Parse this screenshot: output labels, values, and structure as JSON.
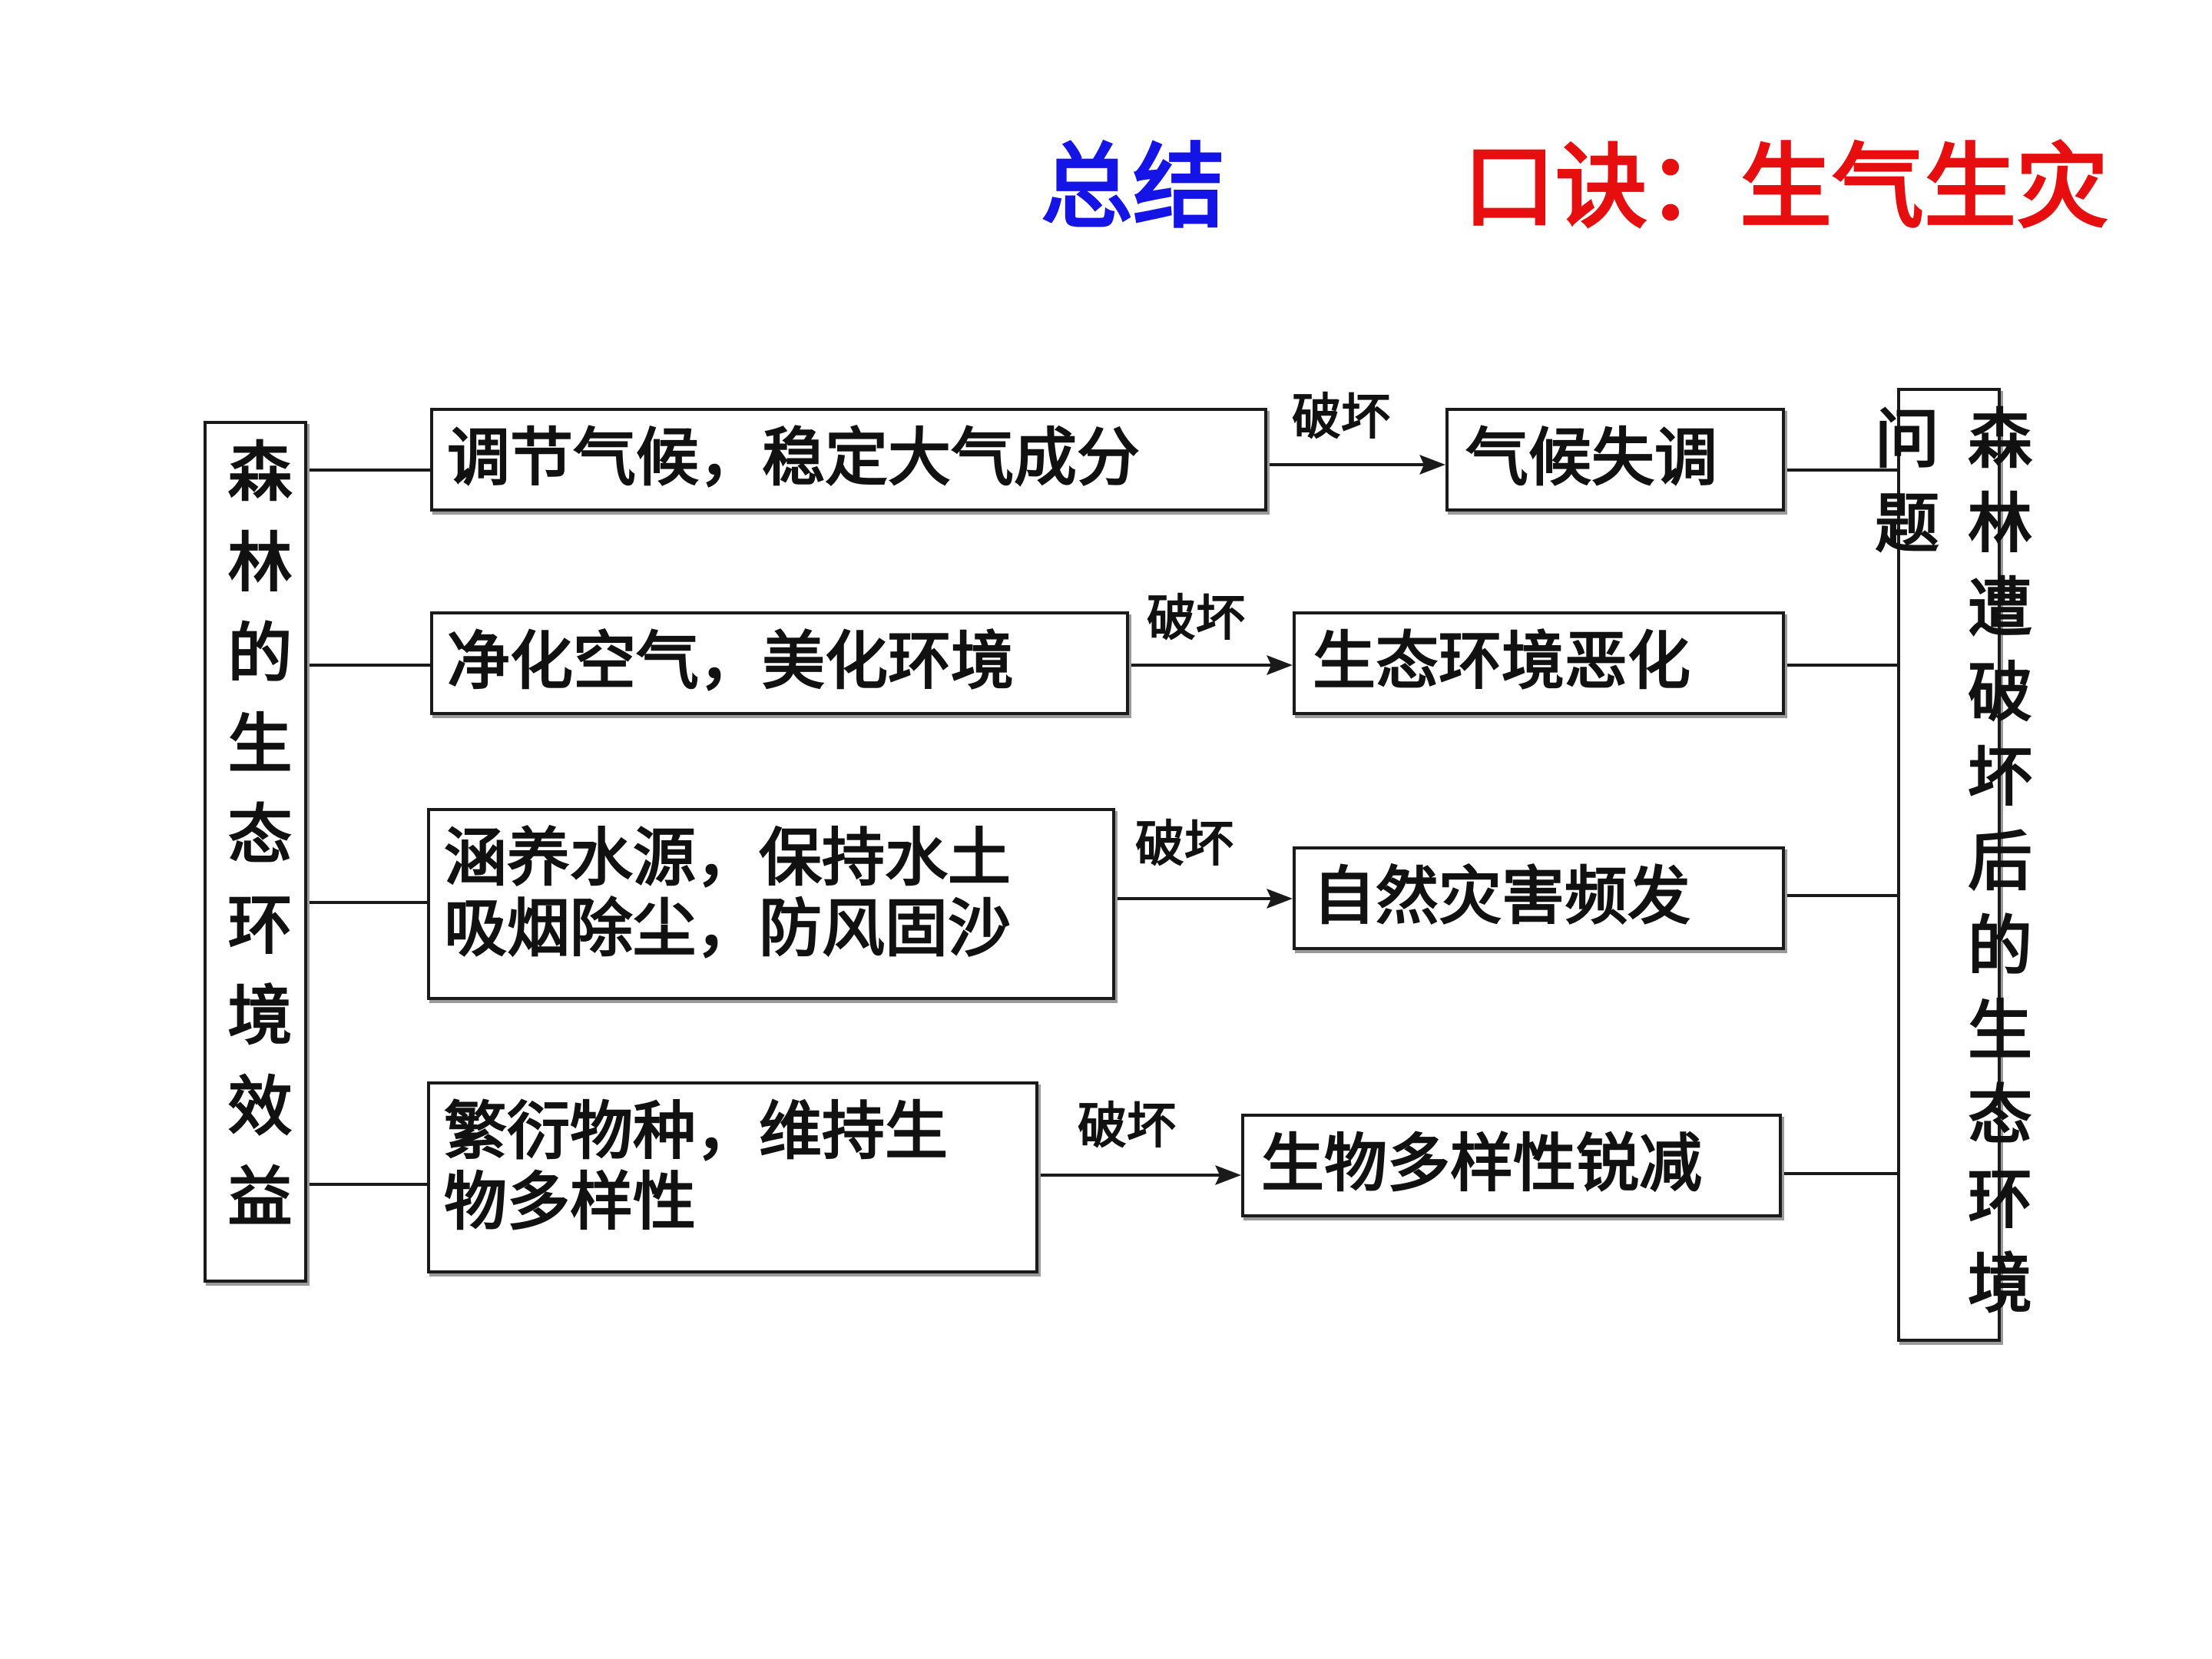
{
  "header": {
    "summary": "总结",
    "mnemonic": "口诀：生气生灾"
  },
  "colors": {
    "summary": "#1414e6",
    "mnemonic": "#e60e0e",
    "stroke": "#1a1a1a"
  },
  "left_box": "森林的生态环境效益",
  "right_box": "森林遭破坏后的生态环境问题",
  "effects": [
    "调节气候，稳定大气成分",
    "净化空气，美化环境",
    "涵养水源，保持水土\n吸烟除尘，防风固沙",
    "繁衍物种，维持生\n物多样性"
  ],
  "arrow_label": "破坏",
  "problems": [
    "气候失调",
    "生态环境恶化",
    "自然灾害频发",
    "生物多样性锐减"
  ]
}
